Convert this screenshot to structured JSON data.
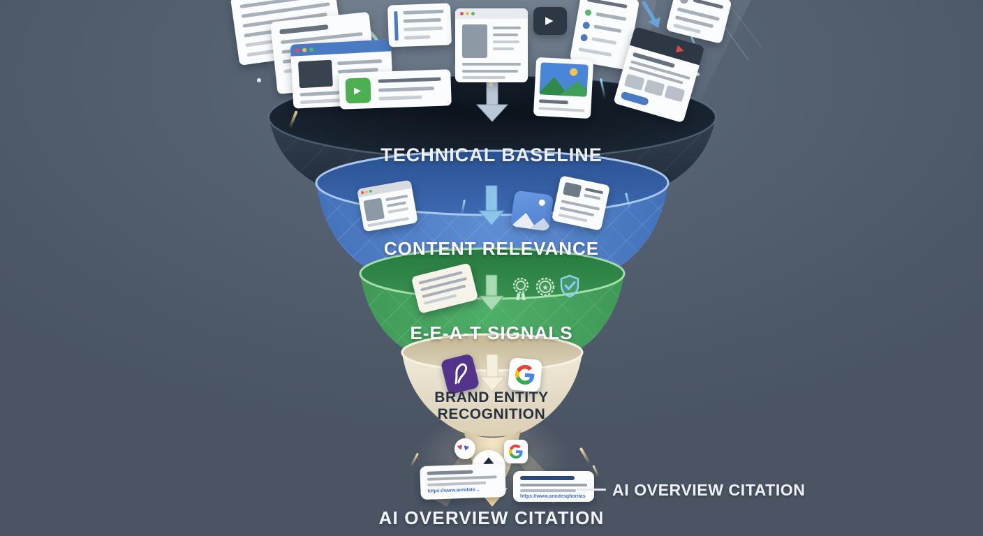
{
  "stages": [
    {
      "label": "TECHNICAL BASELINE",
      "color": "#27313f",
      "text_color": "#eef2f6"
    },
    {
      "label": "CONTENT RELEVANCE",
      "color": "#4a7ac2",
      "text_color": "#ffffff"
    },
    {
      "label": "E-E-A-T SIGNALS",
      "color": "#46a35e",
      "text_color": "#ffffff"
    },
    {
      "label": "BRAND ENTITY RECOGNITION",
      "lines": [
        "BRAND ENTITY",
        "RECOGNITION"
      ],
      "color": "#eae3d0",
      "text_color": "#26303e"
    }
  ],
  "output": {
    "label": "AI OVERVIEW CITATION"
  },
  "callout": {
    "label": "AI OVERVIEW CITATION"
  },
  "snippets": [
    {
      "url": "https://www.anndate..."
    },
    {
      "url": "https://www.anndesghoritas"
    }
  ],
  "icons": {
    "play": "▶",
    "star": "★",
    "check": "✓",
    "heart": "♥"
  },
  "colors": {
    "background": "#525e6d",
    "stage1_dark": "#27313f",
    "stage2_blue": "#4a7ac2",
    "stage3_green": "#46a35e",
    "stage4_cream": "#eae3d0",
    "stem_gold": "#f1d79f",
    "google": [
      "#EA4335",
      "#4285F4",
      "#FBBC05",
      "#34A853"
    ]
  }
}
